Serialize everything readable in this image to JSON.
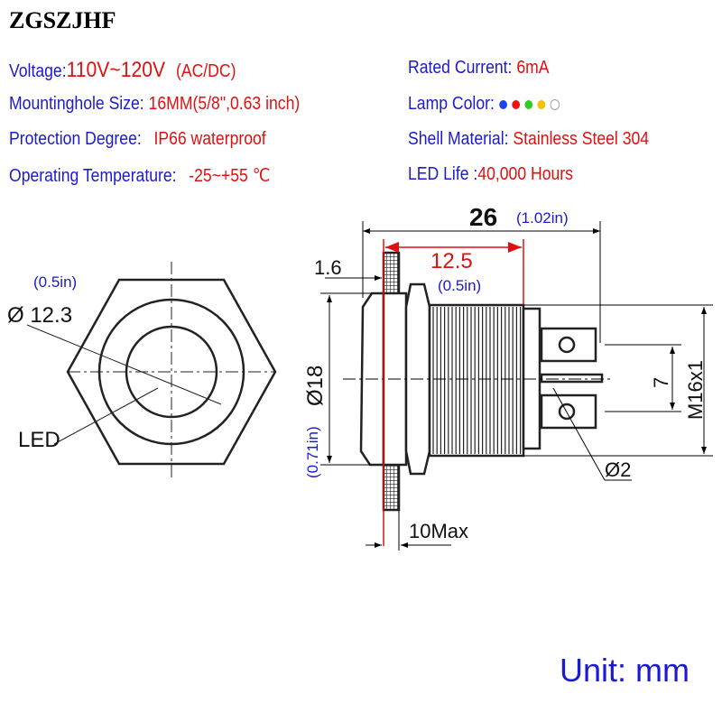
{
  "brand": "ZGSZJHF",
  "specs": {
    "voltage": {
      "label": "Voltage:",
      "value": "110V~120V",
      "extra": "(AC/DC)"
    },
    "mounting": {
      "label": "Mountinghole  Size:",
      "value": "16MM(5/8\",0.63 inch)"
    },
    "protection": {
      "label": "Protection  Degree:",
      "value": "IP66 waterproof"
    },
    "temperature": {
      "label": "Operating Temperature:",
      "value": "-25~+55 ℃"
    },
    "current": {
      "label": "Rated Current:",
      "value": "6mA"
    },
    "lamp": {
      "label": "Lamp Color:",
      "colors": [
        "#2244ee",
        "#ee1111",
        "#33cc22",
        "#f2c200",
        "#ffffff"
      ]
    },
    "shell": {
      "label": "Shell Material:",
      "value": "Stainless Steel 304"
    },
    "life": {
      "label": "LED Life :",
      "value": "40,000 Hours"
    }
  },
  "front": {
    "inch": "(0.5in)",
    "dia": "Ø 12.3",
    "led": "LED"
  },
  "side": {
    "length": "26",
    "length_in": "(1.02in)",
    "thread_len": "12.5",
    "thread_len_in": "(0.5in)",
    "bezel": "1.6",
    "dia": "Ø18",
    "dia_in": "(0.71in)",
    "pitch": "7",
    "thread": "M16x1",
    "pin": "Ø2",
    "panel": "10Max"
  },
  "unit": "Unit: mm"
}
